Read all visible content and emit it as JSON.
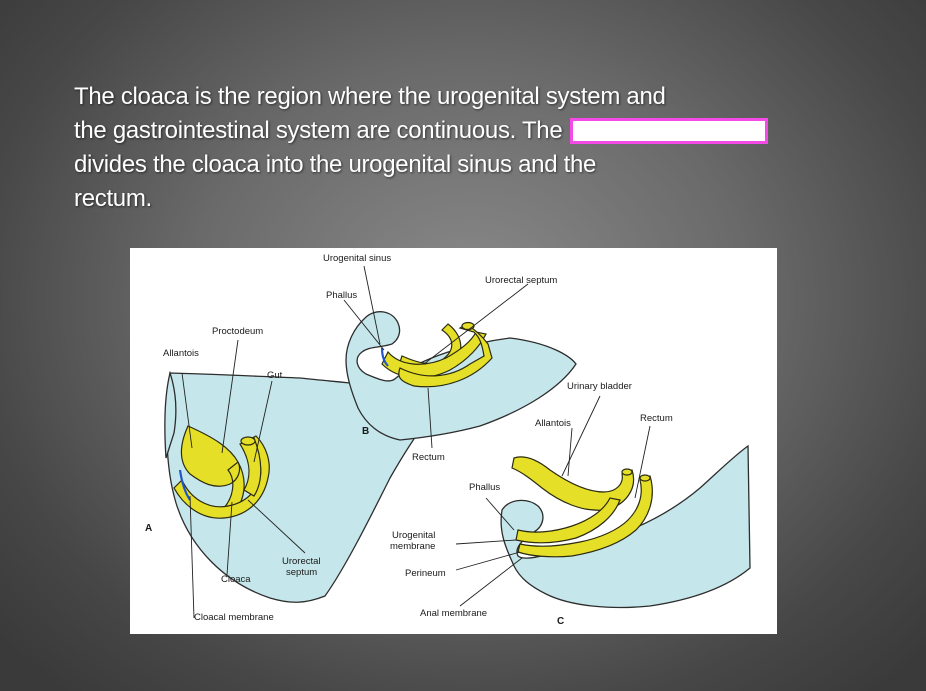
{
  "slide": {
    "line1": "The cloaca is the region where the urogenital system and",
    "line2": "the gastrointestinal system are continuous.  The",
    "line3": "divides the cloaca into the urogenital sinus and the",
    "line4": "rectum."
  },
  "colors": {
    "answer_box_border": "#f44ae8",
    "tissue": "#c5e6ea",
    "endoderm": "#e6df28"
  },
  "figure": {
    "panel_a": {
      "letter": "A",
      "labels": {
        "allantois": "Allantois",
        "proctodeum": "Proctodeum",
        "gut": "Gut",
        "cloaca": "Cloaca",
        "urorectal_septum_1": "Urorectal",
        "urorectal_septum_2": "septum",
        "cloacal_membrane": "Cloacal membrane"
      }
    },
    "panel_b": {
      "letter": "B",
      "labels": {
        "urogenital_sinus": "Urogenital sinus",
        "phallus": "Phallus",
        "urorectal_septum": "Urorectal septum",
        "rectum": "Rectum"
      }
    },
    "panel_c": {
      "letter": "C",
      "labels": {
        "urinary_bladder": "Urinary bladder",
        "allantois": "Allantois",
        "rectum": "Rectum",
        "phallus": "Phallus",
        "urogenital_membrane_1": "Urogenital",
        "urogenital_membrane_2": "membrane",
        "perineum": "Perineum",
        "anal_membrane": "Anal membrane"
      }
    }
  }
}
